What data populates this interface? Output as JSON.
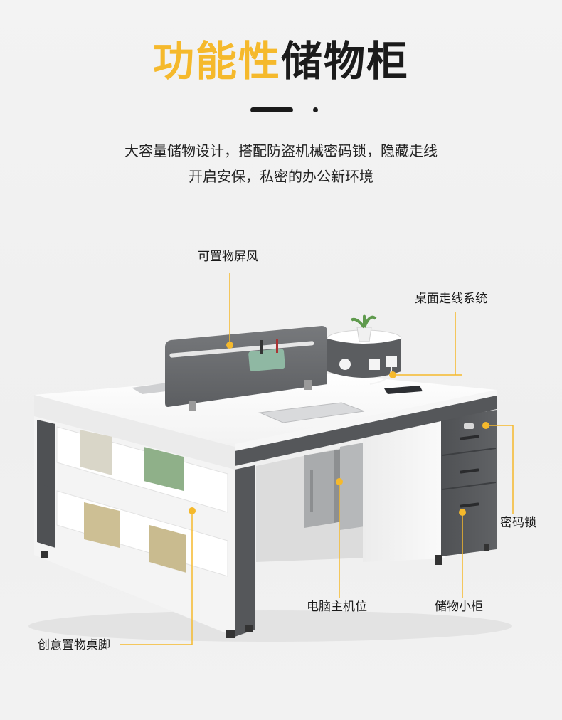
{
  "header": {
    "title_accent": "功能性",
    "title_rest": "储物柜",
    "description_line1": "大容量储物设计，搭配防盗机械密码锁，隐藏走线",
    "description_line2": "开启安保，私密的办公新环境"
  },
  "callouts": {
    "screen": "可置物屏风",
    "cable": "桌面走线系统",
    "lock": "密码锁",
    "host": "电脑主机位",
    "cabinet": "储物小柜",
    "leg": "创意置物桌脚"
  },
  "colors": {
    "accent": "#f5b92c",
    "dark": "#1b1b1b",
    "panel_gray": "#5a5c5f",
    "screen_gray": "#6b6d70",
    "desk_white": "#fbfbfb",
    "leader_line": "#f5b92c"
  }
}
